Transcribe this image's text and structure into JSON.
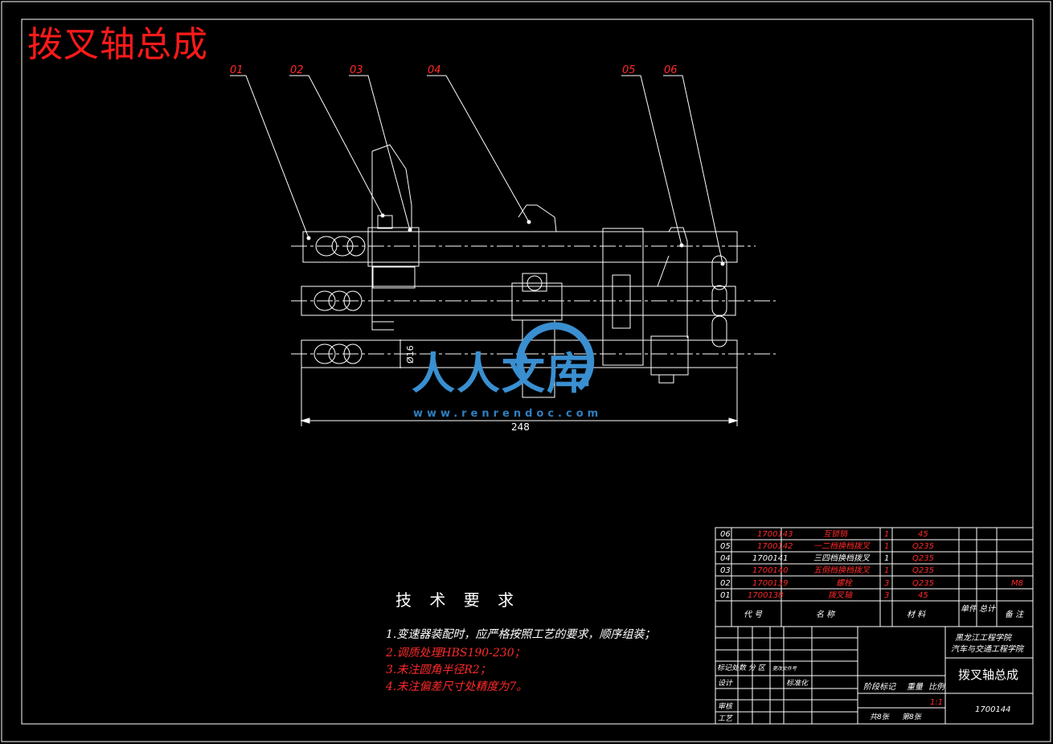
{
  "drawing": {
    "title": "拨叉轴总成",
    "part_labels": [
      "01",
      "02",
      "03",
      "04",
      "05",
      "06"
    ],
    "dimensions": {
      "diameter": "Ø16",
      "length": "248"
    },
    "colors": {
      "background": "#000000",
      "lines": "#ffffff",
      "labels": "#ff2a2a",
      "dims": "#ffffff"
    }
  },
  "technical_requirements": {
    "heading": "技 术 要 求",
    "items": [
      "1.变速器装配时，应严格按照工艺的要求，顺序组装；",
      "2.调质处理HBS190-230；",
      "3.未注圆角半径R2；",
      "4.未注偏差尺寸处精度为7。"
    ]
  },
  "parts_list": {
    "rows": [
      {
        "seq": "06",
        "code": "1700143",
        "name": "互锁销",
        "qty": "1",
        "material": "45",
        "note": ""
      },
      {
        "seq": "05",
        "code": "1700142",
        "name": "一二档换档拨叉",
        "qty": "1",
        "material": "Q235",
        "note": ""
      },
      {
        "seq": "04",
        "code": "1700141",
        "name": "三四档换档拨叉",
        "qty": "1",
        "material": "Q235",
        "note": ""
      },
      {
        "seq": "03",
        "code": "1700140",
        "name": "五倒档换档拨叉",
        "qty": "1",
        "material": "Q235",
        "note": ""
      },
      {
        "seq": "02",
        "code": "1700139",
        "name": "螺栓",
        "qty": "3",
        "material": "Q235",
        "note": "M8"
      },
      {
        "seq": "01",
        "code": "1700138",
        "name": "拨叉轴",
        "qty": "3",
        "material": "45",
        "note": ""
      }
    ],
    "headers": {
      "code": "代  号",
      "name": "名  称",
      "material": "材  料",
      "unit_total": "单件 总计",
      "remark": "备 注"
    }
  },
  "title_block": {
    "school": "黑龙江工程学院",
    "dept": "汽车与交通工程学院",
    "drawing_name": "拨叉轴总成",
    "drawing_no": "1700144",
    "scale": "1:1",
    "labels": {
      "mark": "标记处数 分  区",
      "change": "更改文件号",
      "design": "设计",
      "standard": "标准化",
      "review": "审核",
      "process": "工艺",
      "stage": "阶段标记",
      "weight": "重量",
      "ratio": "比例",
      "sheets": "共8张",
      "sheet": "第8张"
    }
  },
  "watermark": {
    "text": "人人文库",
    "site": "www.renrendoc.com"
  }
}
